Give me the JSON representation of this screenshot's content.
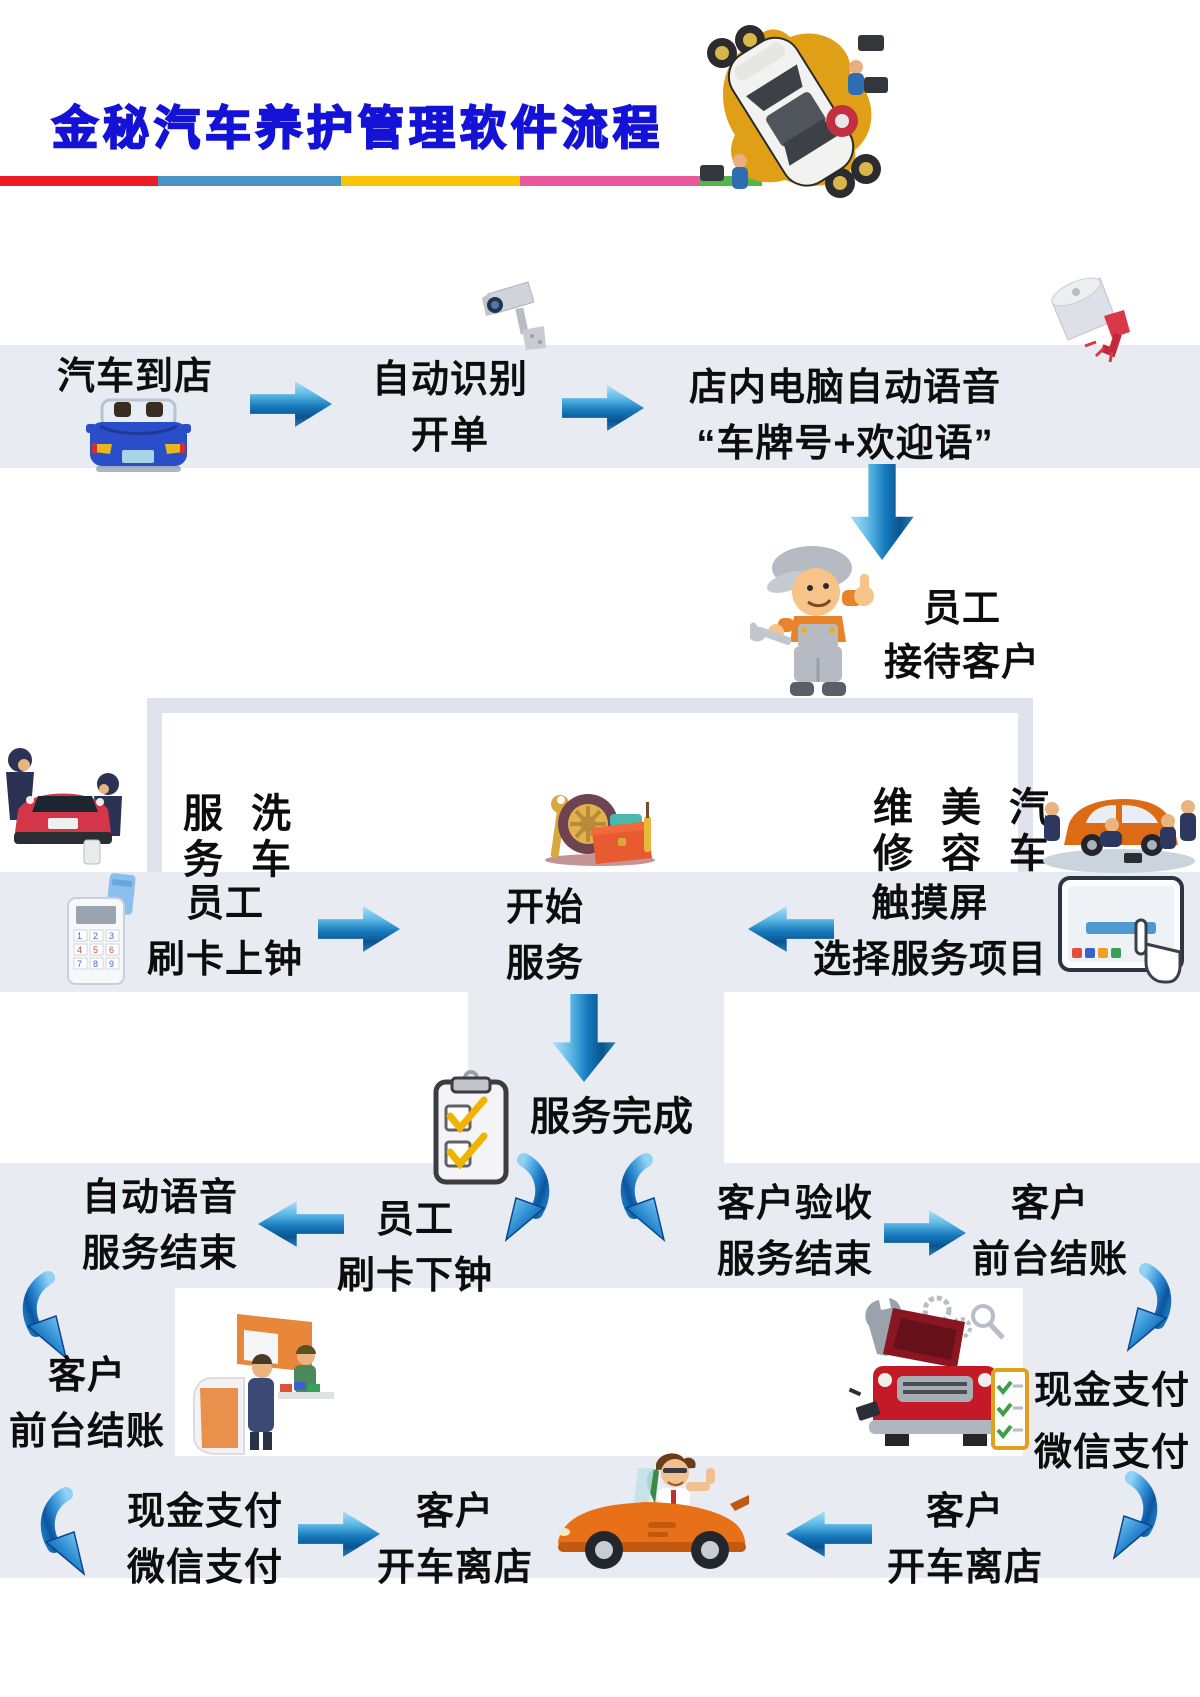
{
  "page": {
    "title": "金秘汽车养护管理软件流程"
  },
  "colors": {
    "title_blue": "#1312d6",
    "band_gray": "#e9ebf2",
    "frame_gray": "#dfe3ee",
    "arrow_blue_dark": "#0a548f",
    "arrow_blue_light": "#bfe9f9",
    "stripe": [
      "#ed1c24",
      "#4a94c4",
      "#f8c301",
      "#e85a9b",
      "#52b648"
    ]
  },
  "flow": {
    "arrive": {
      "label": "汽车到店"
    },
    "auto_recognize": {
      "line1": "自动识别",
      "line2": "开单"
    },
    "voice_welcome": {
      "line1": "店内电脑自动语音",
      "line2": "“车牌号+欢迎语”"
    },
    "reception": {
      "line1": "员工",
      "line2": "接待客户"
    },
    "wash_service": {
      "col1": "服务",
      "col2": "洗车"
    },
    "car_services": {
      "col1": "维修",
      "col2": "美容",
      "col3": "汽车"
    },
    "clock_in": {
      "line1": "员工",
      "line2": "刷卡上钟"
    },
    "start_service": {
      "line1": "开始",
      "line2": "服务"
    },
    "touch_screen": {
      "line1": "触摸屏",
      "line2": "选择服务项目"
    },
    "service_done": {
      "label": "服务完成"
    },
    "voice_end": {
      "line1": "自动语音",
      "line2": "服务结束"
    },
    "clock_out": {
      "line1": "员工",
      "line2": "刷卡下钟"
    },
    "customer_accept": {
      "line1": "客户验收",
      "line2": "服务结束"
    },
    "front_desk_right": {
      "line1": "客户",
      "line2": "前台结账"
    },
    "front_desk_left": {
      "line1": "客户",
      "line2": "前台结账"
    },
    "pay_right": {
      "line1": "现金支付",
      "line2": "微信支付"
    },
    "pay_left": {
      "line1": "现金支付",
      "line2": "微信支付"
    },
    "leave_center": {
      "line1": "客户",
      "line2": "开车离店"
    },
    "leave_right": {
      "line1": "客户",
      "line2": "开车离店"
    }
  },
  "icons": {
    "keypad_rows": [
      "123",
      "456",
      "789"
    ],
    "names": [
      "car-service-topview-icon",
      "cctv-camera-icon",
      "megaphone-icon",
      "convertible-car-icon",
      "mechanic-boy-icon",
      "car-wash-icon",
      "wheel-toolbox-icon",
      "car-repair-team-icon",
      "pos-keypad-icon",
      "touchscreen-icon",
      "clipboard-icon",
      "reception-desk-icon",
      "car-hood-repair-icon",
      "sports-car-driver-icon"
    ]
  }
}
